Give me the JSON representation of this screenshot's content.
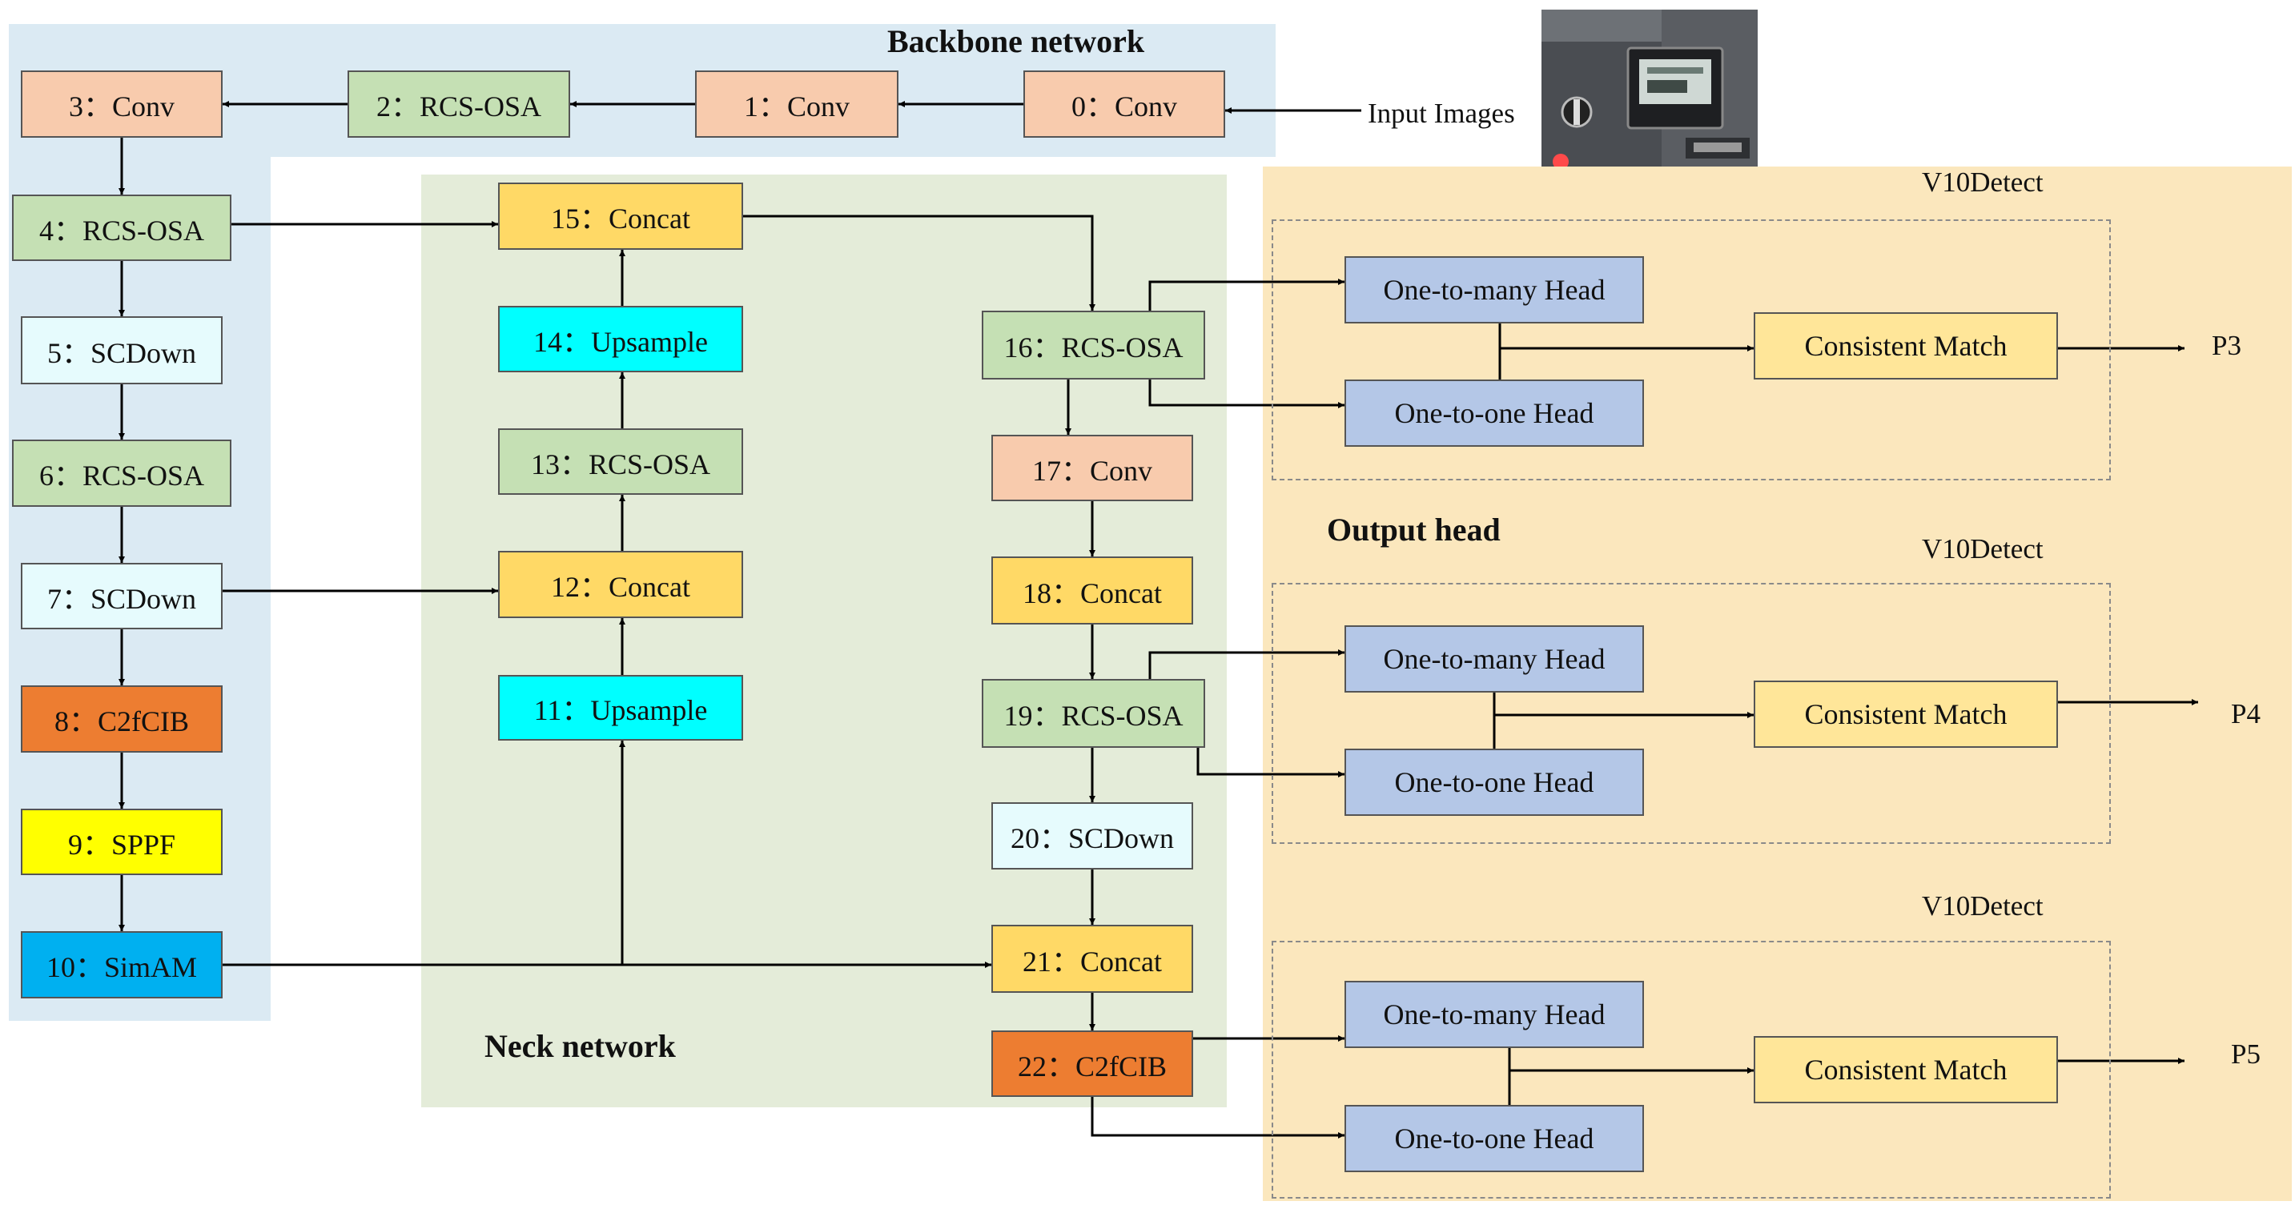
{
  "colors": {
    "backbone_bg": "#dbeaf3",
    "neck_bg": "#e4ecd9",
    "head_bg": "#fbe7bd",
    "conv": "#f8cbad",
    "rcs_osa": "#c5e0b4",
    "scdown": "#e6fbfd",
    "concat": "#ffd966",
    "upsample": "#00ffff",
    "c2fcib": "#ed7d31",
    "sppf": "#ffff00",
    "simam": "#00b0f0",
    "head": "#b4c7e7",
    "match": "#ffe699"
  },
  "regions": {
    "backbone": "Backbone network",
    "neck": "Neck network",
    "head": "Output head"
  },
  "input_label": "Input Images",
  "input_photo": {
    "description_icon": "camera-photo-icon"
  },
  "nodes": {
    "n0": "0：Conv",
    "n1": "1：Conv",
    "n2": "2：RCS-OSA",
    "n3": "3：Conv",
    "n4": "4：RCS-OSA",
    "n5": "5：SCDown",
    "n6": "6：RCS-OSA",
    "n7": "7：SCDown",
    "n8": "8：C2fCIB",
    "n9": "9：SPPF",
    "n10": "10：SimAM",
    "n11": "11：Upsample",
    "n12": "12：Concat",
    "n13": "13：RCS-OSA",
    "n14": "14：Upsample",
    "n15": "15：Concat",
    "n16": "16：RCS-OSA",
    "n17": "17：Conv",
    "n18": "18：Concat",
    "n19": "19：RCS-OSA",
    "n20": "20：SCDown",
    "n21": "21：Concat",
    "n22": "22：C2fCIB"
  },
  "detect": [
    {
      "title": "V10Detect",
      "one_to_many": "One-to-many Head",
      "one_to_one": "One-to-one Head",
      "match": "Consistent Match",
      "output": "P3"
    },
    {
      "title": "V10Detect",
      "one_to_many": "One-to-many Head",
      "one_to_one": "One-to-one Head",
      "match": "Consistent Match",
      "output": "P4"
    },
    {
      "title": "V10Detect",
      "one_to_many": "One-to-many Head",
      "one_to_one": "One-to-one Head",
      "match": "Consistent Match",
      "output": "P5"
    }
  ]
}
